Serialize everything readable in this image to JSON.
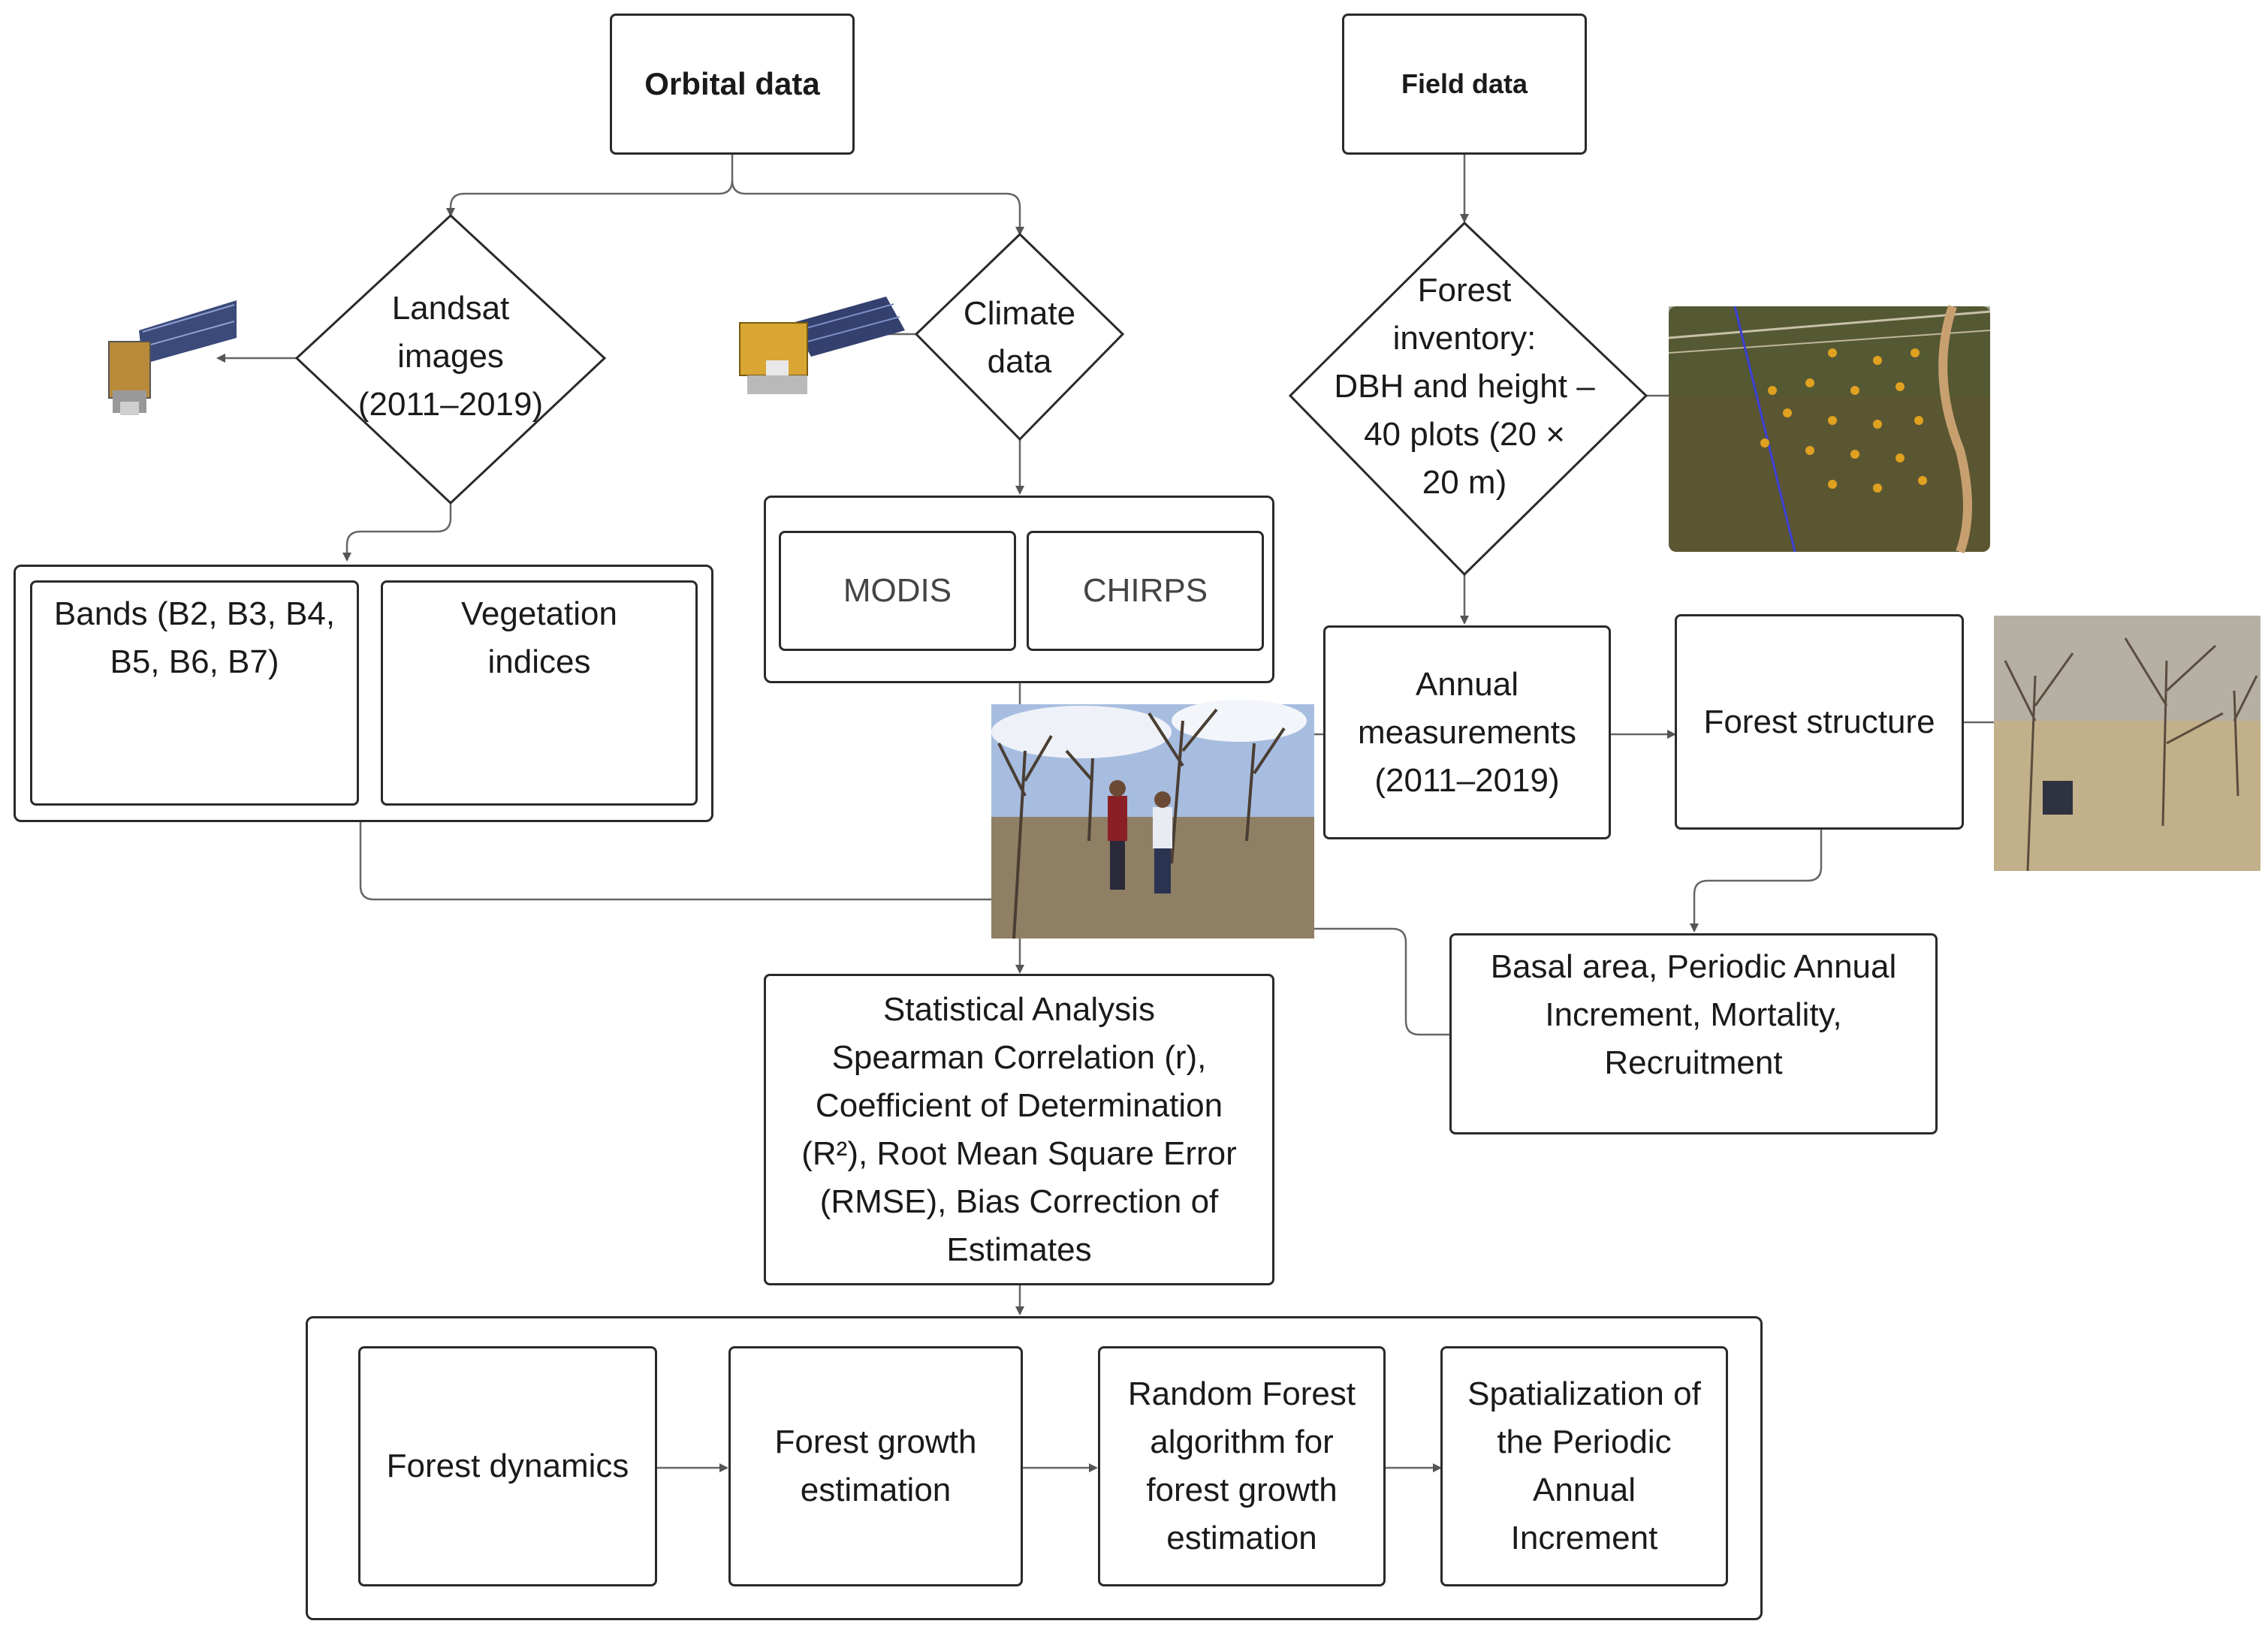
{
  "nodes": {
    "orbital": "Orbital data",
    "field": "Field data",
    "landsat": [
      "Landsat",
      "images",
      "(2011–2019)"
    ],
    "climate": [
      "Climate",
      "data"
    ],
    "inventory": [
      "Forest",
      "inventory:",
      "DBH and height –",
      "40 plots (20 ×",
      "20 m)"
    ],
    "bands": [
      "Bands (B2, B3, B4,",
      "B5, B6, B7)"
    ],
    "vegetation": [
      "Vegetation",
      "indices"
    ],
    "modis": "MODIS",
    "chirps": "CHIRPS",
    "annual": [
      "Annual",
      "measurements",
      "(2011–2019)"
    ],
    "structure": "Forest structure",
    "basal": [
      "Basal area, Periodic Annual",
      "Increment, Mortality,",
      "Recruitment"
    ],
    "stats": [
      "Statistical Analysis",
      "Spearman Correlation (r),",
      "Coefficient of Determination",
      "(R²), Root Mean Square Error",
      "(RMSE), Bias Correction of",
      "Estimates"
    ],
    "dynamics": "Forest dynamics",
    "growth": [
      "Forest growth",
      "estimation"
    ],
    "rf": [
      "Random Forest",
      "algorithm for",
      "forest growth",
      "estimation"
    ],
    "spatial": [
      "Spatialization of",
      "the Periodic",
      "Annual",
      "Increment"
    ]
  },
  "icons": {
    "satellite_1": "landsat-satellite-icon",
    "satellite_2": "climate-satellite-icon",
    "photo_aerial": "aerial-plot-photo",
    "photo_field": "field-team-photo",
    "photo_forest": "dry-forest-photo",
    "thumb_bands": "band-composite-thumbnail",
    "thumb_veg": "vegetation-index-thumbnail"
  },
  "colors": {
    "line": "#555555",
    "border": "#2a2a2a"
  }
}
